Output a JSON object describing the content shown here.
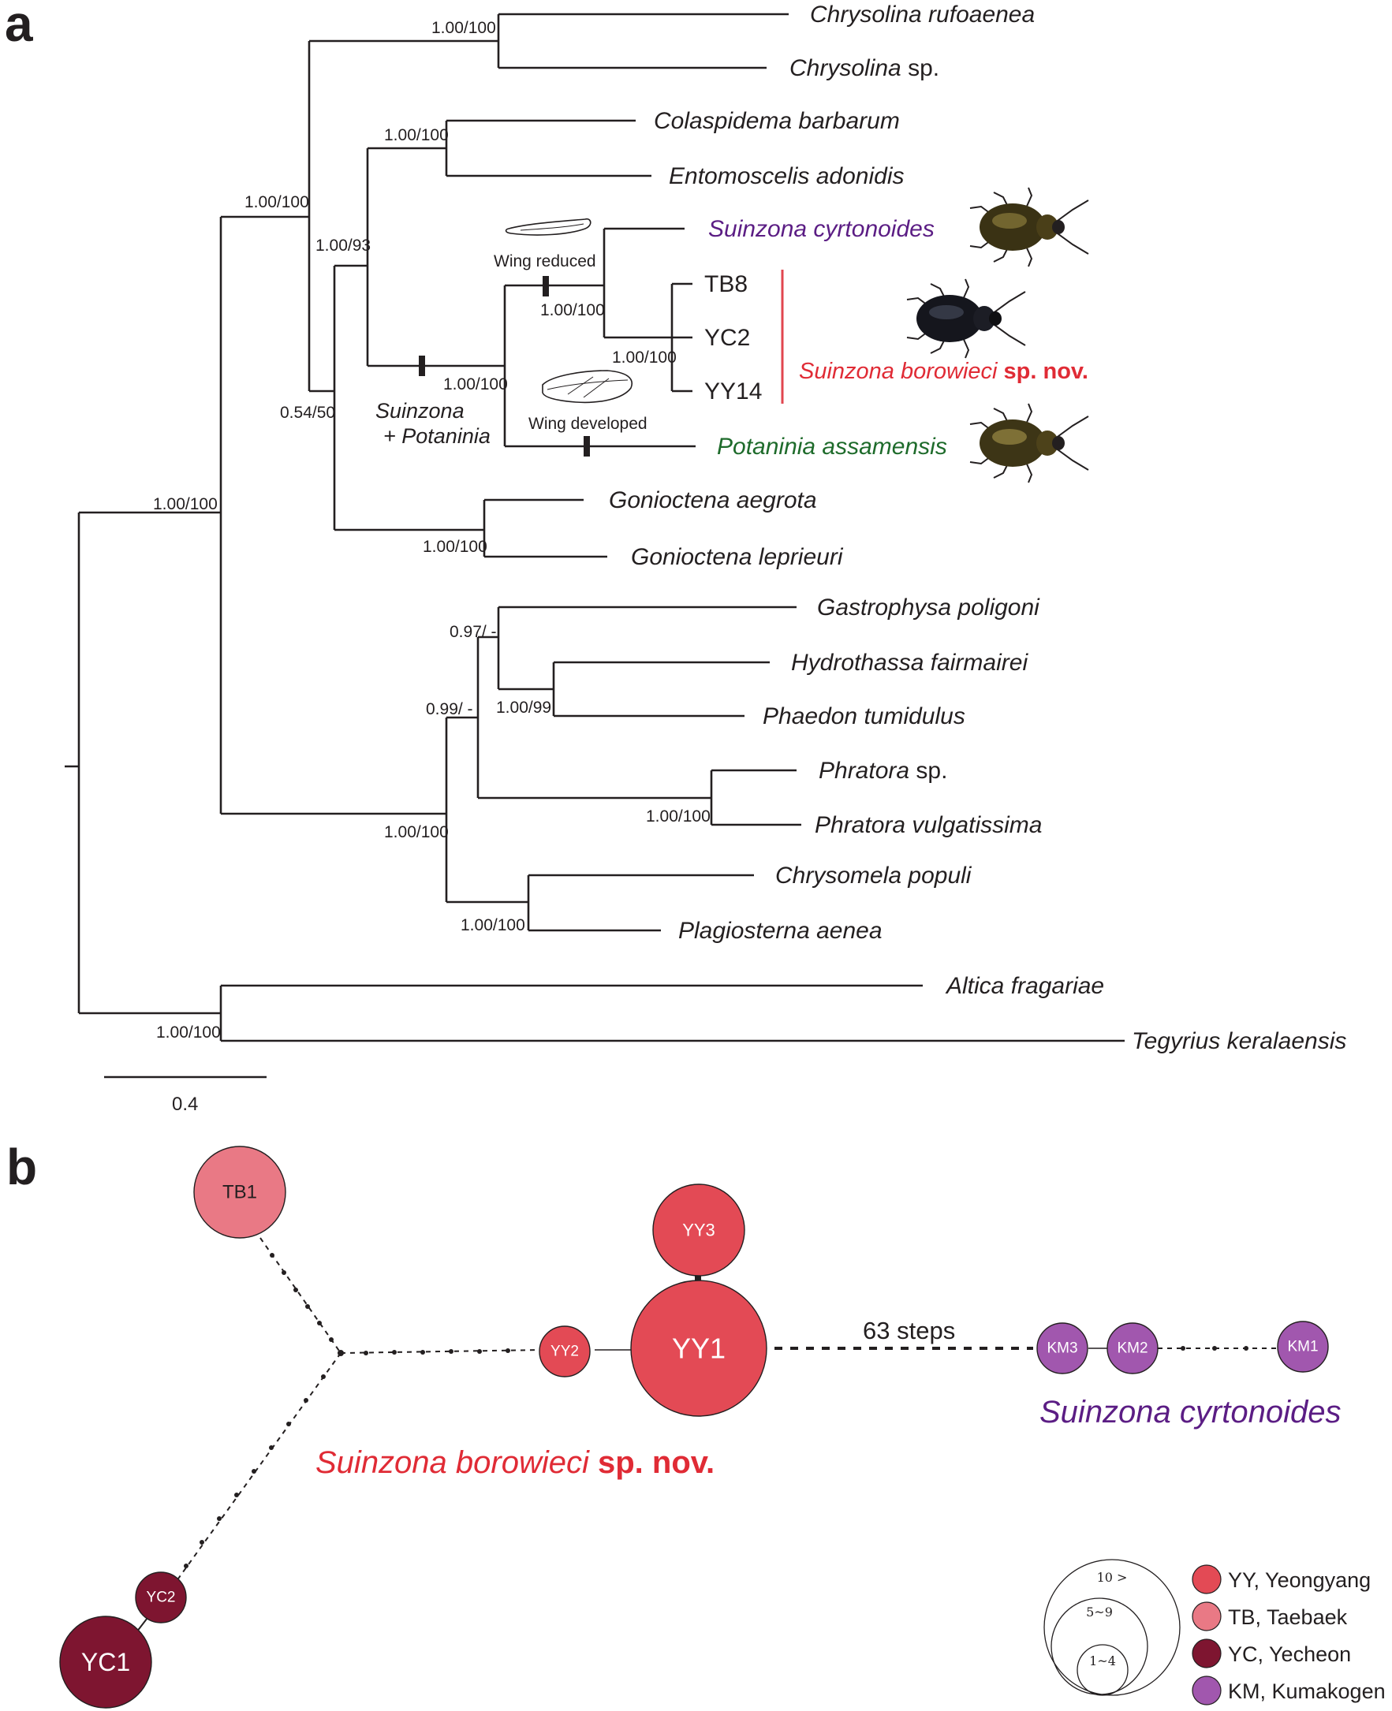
{
  "panels": {
    "a": "a",
    "b": "b"
  },
  "colors": {
    "black": "#231f20",
    "red": "#e1464f",
    "red_text": "#e02b35",
    "purple": "#5b1d84",
    "green": "#1e6b2b",
    "yy": "#e34a55",
    "tb": "#e97985",
    "yc": "#7e1530",
    "km": "#a157ae"
  },
  "tree": {
    "taxa": {
      "t1": "Chrysolina rufoaenea",
      "t2": "Chrysolina",
      "t3": "Colaspidema barbarum",
      "t4": "Entomoscelis adonidis",
      "t5": "Suinzona cyrtonoides",
      "t6": "TB8",
      "t7": "YC2",
      "t8": "YY14",
      "t9": "Potaninia assamensis",
      "t10": "Gonioctena aegrota",
      "t11": "Gonioctena leprieuri",
      "t12": "Gastrophysa poligoni",
      "t13": "Hydrothassa fairmairei",
      "t14": "Phaedon tumidulus",
      "t15": "Phratora",
      "t16": "Phratora vulgatissima",
      "t17": "Chrysomela populi",
      "t18": "Plagiosterna aenea",
      "t19": "Altica fragariae",
      "t20": "Tegyrius keralaensis"
    },
    "sp_suffix": "sp.",
    "supports": {
      "s_root_in": "1.00/100",
      "s_outgroup": "1.00/100",
      "s_cladeA": "1.00/100",
      "s_chrysolina": "1.00/100",
      "s_ab": "0.54/50",
      "s_colsuin": "1.00/93",
      "s_colent": "1.00/100",
      "s_suinpot": "1.00/100",
      "s_suinzona": "1.00/100",
      "s_borowieci": "1.00/100",
      "s_gonio": "1.00/100",
      "s_cladeB": "1.00/100",
      "s_gp": "0.99/ -",
      "s_gast": "0.97/ -",
      "s_hydro": "1.00/99",
      "s_phratora": "1.00/100",
      "s_chrysomela": "1.00/100"
    },
    "wing_reduced": "Wing reduced",
    "wing_developed": "Wing developed",
    "clade_label_1": "Suinzona",
    "clade_label_2": "+ Potaninia",
    "new_species_name": "Suinzona borowieci",
    "new_species_suffix": "sp. nov.",
    "scale_label": "0.4"
  },
  "network": {
    "haplotypes": {
      "TB1": "TB1",
      "YY3": "YY3",
      "YY1": "YY1",
      "YY2": "YY2",
      "KM3": "KM3",
      "KM2": "KM2",
      "KM1": "KM1",
      "YC2": "YC2",
      "YC1": "YC1"
    },
    "steps_label": "63 steps",
    "borowieci_name": "Suinzona borowieci",
    "borowieci_suffix": "sp. nov.",
    "cyrtonoides_name": "Suinzona cyrtonoides",
    "legend": {
      "yy": "YY, Yeongyang",
      "tb": "TB, Taebaek",
      "yc": "YC, Yecheon",
      "km": "KM, Kumakogen"
    },
    "size_classes": {
      "large": "10 >",
      "medium": "5~9",
      "small": "1~4"
    }
  }
}
